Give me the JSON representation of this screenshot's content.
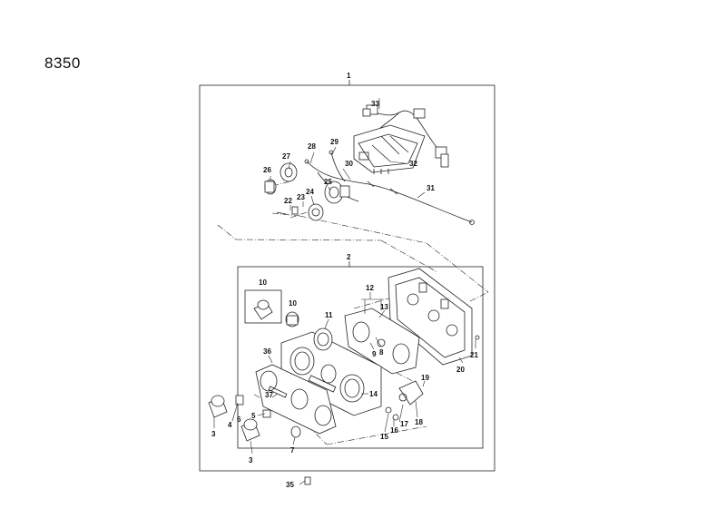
{
  "diagram": {
    "code": "8350",
    "assembly_label": "1",
    "subassembly_label": "2",
    "callouts": {
      "c33": "33",
      "c28": "28",
      "c29": "29",
      "c27": "27",
      "c26": "26",
      "c30": "30",
      "c32": "32",
      "c25": "25",
      "c24": "24",
      "c23": "23",
      "c22": "22",
      "c31": "31",
      "c10a": "10",
      "c10b": "10",
      "c12": "12",
      "c13": "13",
      "c11": "11",
      "c36": "36",
      "c9": "9",
      "c8": "8",
      "c21": "21",
      "c20": "20",
      "c19": "19",
      "c14": "14",
      "c37": "37",
      "c5": "5",
      "c4": "4",
      "c6": "6",
      "c3a": "3",
      "c3b": "3",
      "c7": "7",
      "c17": "17",
      "c16": "16",
      "c18": "18",
      "c15": "15",
      "c35": "35"
    }
  }
}
